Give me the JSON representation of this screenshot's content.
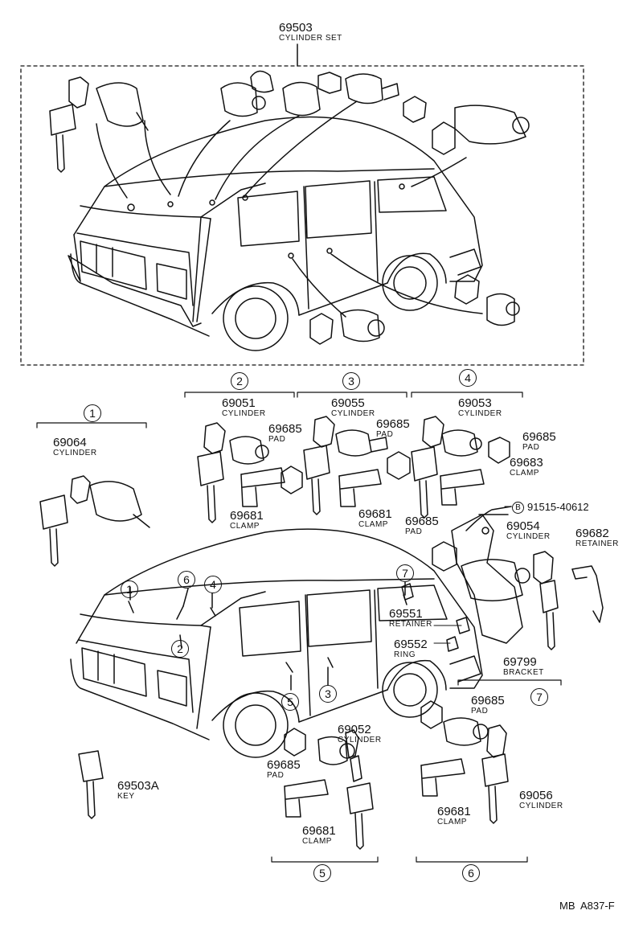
{
  "set": {
    "number": "69503",
    "name": "CYLINDER SET"
  },
  "groups": {
    "g1": {
      "marker": "1",
      "part": "69064",
      "name": "CYLINDER"
    },
    "g2": {
      "marker": "2",
      "cyl_part": "69051",
      "cyl_name": "CYLINDER",
      "pad_part": "69685",
      "pad_name": "PAD",
      "clamp_part": "69681",
      "clamp_name": "CLAMP"
    },
    "g3": {
      "marker": "3",
      "cyl_part": "69055",
      "cyl_name": "CYLINDER",
      "pad_part": "69685",
      "pad_name": "PAD",
      "clamp_part": "69681",
      "clamp_name": "CLAMP"
    },
    "g4": {
      "marker": "4",
      "cyl_part": "69053",
      "cyl_name": "CYLINDER",
      "pad_part": "69685",
      "pad_name": "PAD",
      "clamp_part": "69683",
      "clamp_name": "CLAMP"
    },
    "g5": {
      "marker": "5",
      "cyl_part": "69052",
      "cyl_name": "CYLINDER",
      "pad_part": "69685",
      "pad_name": "PAD",
      "clamp_part": "69681",
      "clamp_name": "CLAMP"
    },
    "g6": {
      "marker": "6",
      "cyl_part": "69056",
      "cyl_name": "CYLINDER",
      "pad_part": "69685",
      "pad_name": "PAD",
      "clamp_part": "69681",
      "clamp_name": "CLAMP"
    },
    "g7": {
      "marker": "7",
      "bolt_marker": "B",
      "bolt_part": "91515-40612",
      "pad_part": "69685",
      "pad_name": "PAD",
      "cyl_part": "69054",
      "cyl_name": "CYLINDER",
      "retainer_part": "69682",
      "retainer_name": "RETAINER",
      "ret2_part": "69551",
      "ret2_name": "RETAINER",
      "ring_part": "69552",
      "ring_name": "RING",
      "bracket_part": "69799",
      "bracket_name": "BRACKET"
    }
  },
  "key": {
    "part": "69503A",
    "name": "KEY"
  },
  "van_markers": [
    "1",
    "6",
    "4",
    "2",
    "7",
    "5",
    "3"
  ],
  "footer": {
    "code": "MB  A837-F"
  }
}
